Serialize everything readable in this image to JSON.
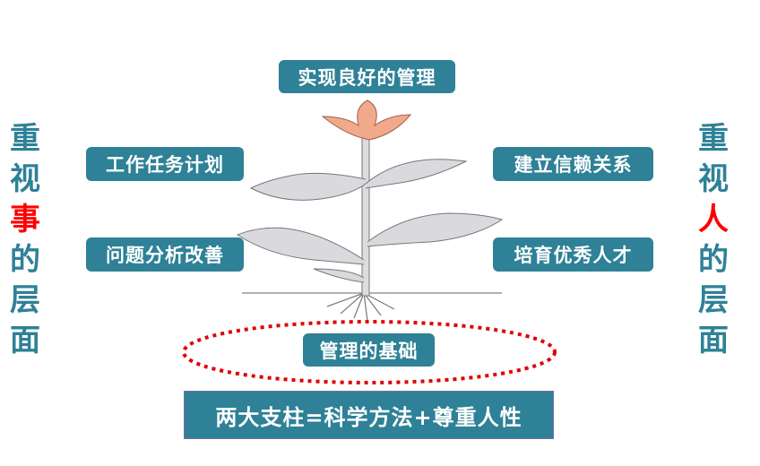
{
  "top_goal": "实现良好的管理",
  "left_items": [
    "工作任务计划",
    "问题分析改善"
  ],
  "right_items": [
    "建立信赖关系",
    "培育优秀人才"
  ],
  "foundation": "管理的基础",
  "pillars": "两大支柱=科学方法+尊重人性",
  "left_side": {
    "chars": [
      "重",
      "视",
      "事",
      "的",
      "层",
      "面"
    ],
    "highlight": "事"
  },
  "right_side": {
    "chars": [
      "重",
      "视",
      "人",
      "的",
      "层",
      "面"
    ],
    "highlight": "人"
  },
  "colors": {
    "box": "#2e8196",
    "highlight": "#ff0000",
    "ellipse": "#e00000"
  }
}
